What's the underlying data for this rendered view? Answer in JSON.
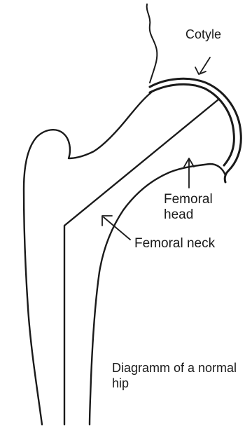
{
  "labels": {
    "cotyle": "Cotyle",
    "femoral_head": "Femoral head",
    "femoral_neck": "Femoral neck",
    "caption": "Diagramm of a normal hip"
  },
  "colors": {
    "ink": "#1a1a1a",
    "background": "#ffffff"
  }
}
